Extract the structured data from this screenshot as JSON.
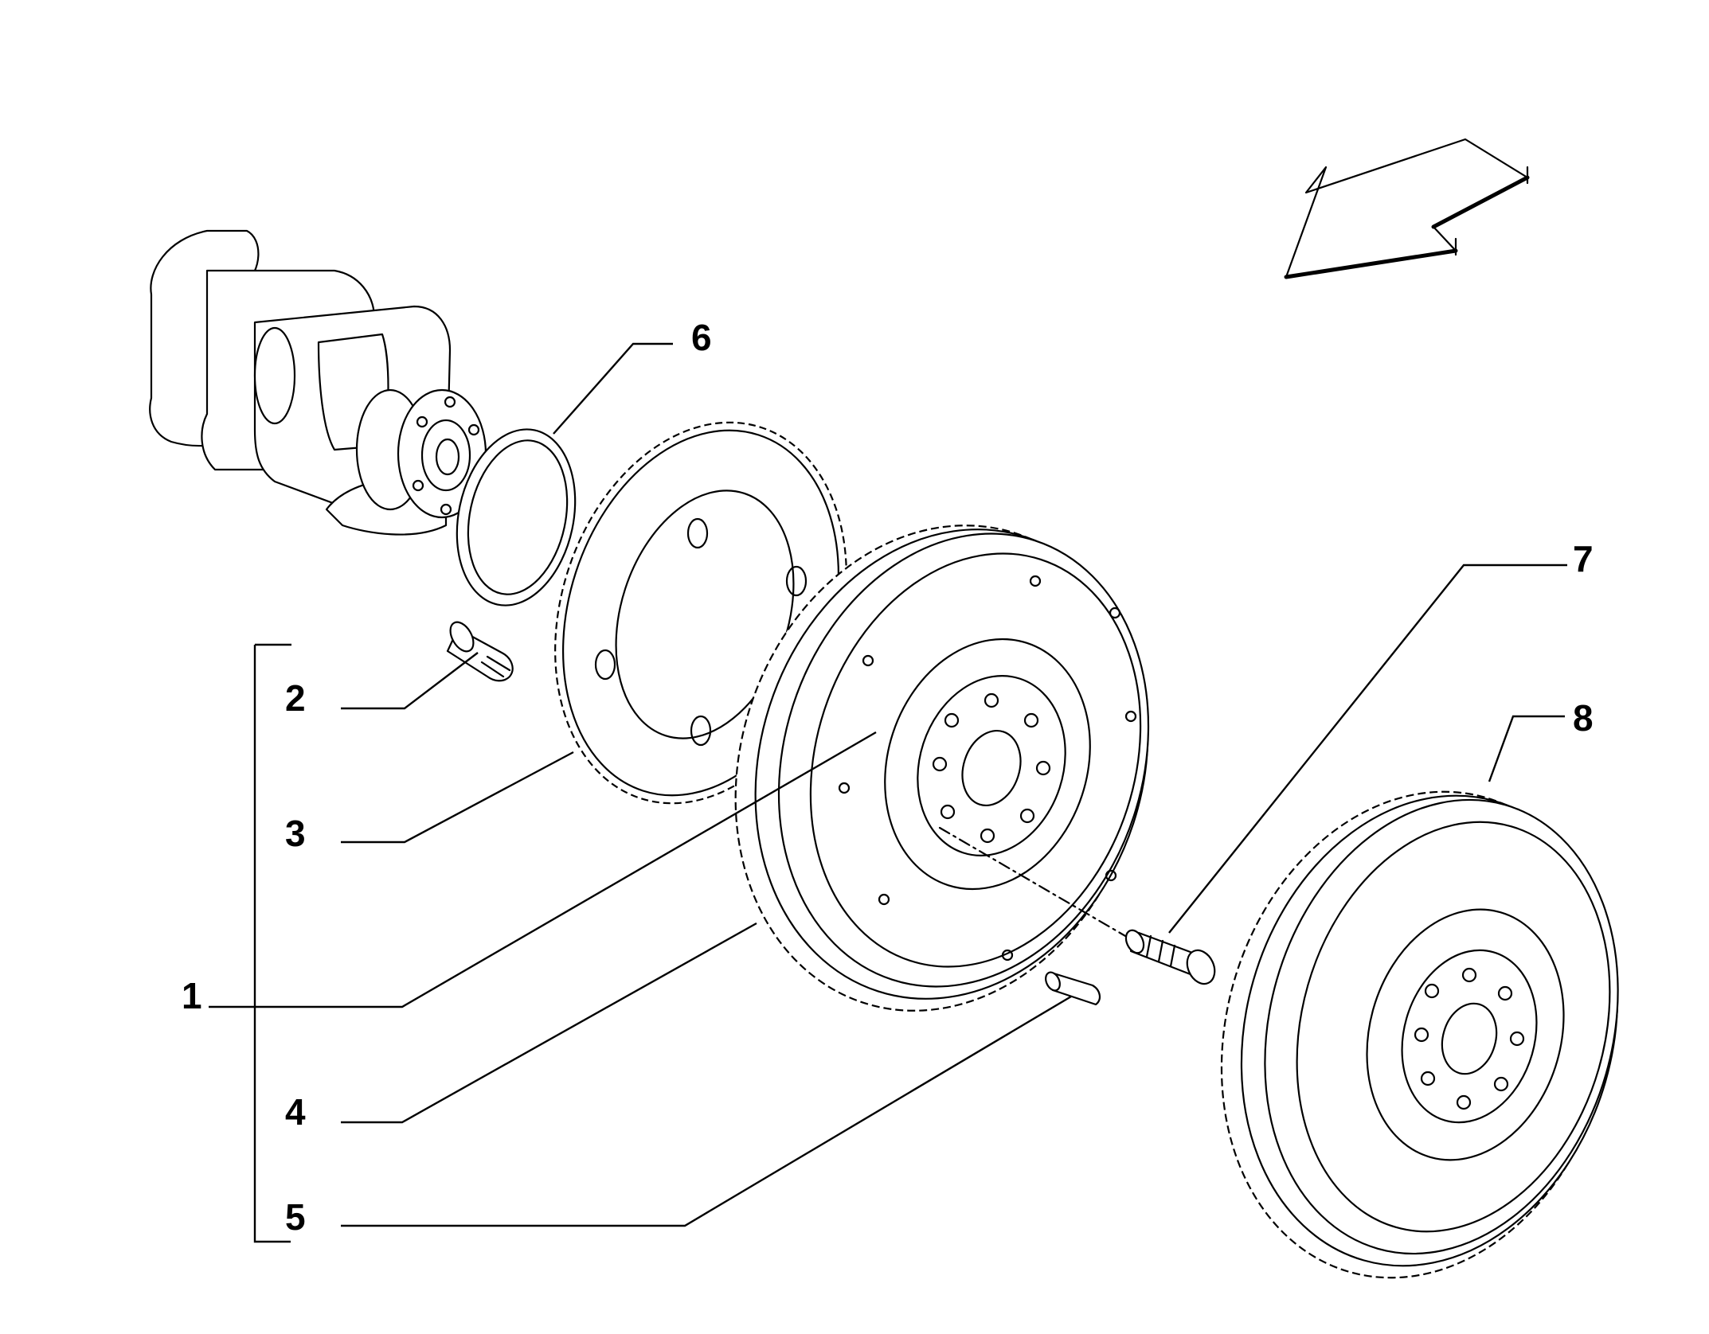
{
  "callouts": {
    "c1": "1",
    "c2": "2",
    "c3": "3",
    "c4": "4",
    "c5": "5",
    "c6": "6",
    "c7": "7",
    "c8": "8"
  },
  "colors": {
    "line": "#000000",
    "background": "#ffffff"
  },
  "icons": {
    "direction": "direction-arrow-icon"
  }
}
